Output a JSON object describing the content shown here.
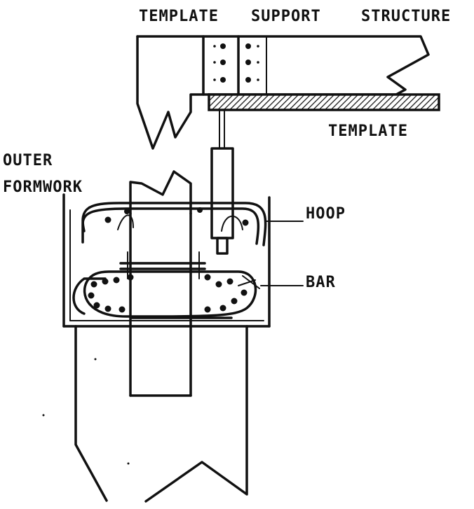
{
  "labels": {
    "template_support_structure_1": "TEMPLATE",
    "template_support_structure_2": "SUPPORT",
    "template_support_structure_3": "STRUCTURE",
    "template": "TEMPLATE",
    "outer_formwork_1": "OUTER",
    "outer_formwork_2": "FORMWORK",
    "hoop": "HOOP",
    "bar": "BAR"
  },
  "colors": {
    "ink": "#111111",
    "paper": "#ffffff"
  }
}
